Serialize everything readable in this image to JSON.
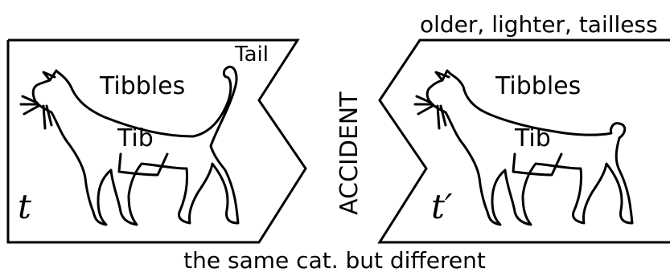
{
  "left_panel": {
    "time_label": "t",
    "cat_name_label": "Tibbles",
    "part_label": "Tib",
    "tail_label": "Tail"
  },
  "right_panel": {
    "time_label": "t′",
    "cat_name_label": "Tibbles",
    "part_label": "Tib",
    "top_caption": "older, lighter, tailless"
  },
  "middle_label": "ACCIDENT",
  "bottom_caption": "the same cat. but different"
}
